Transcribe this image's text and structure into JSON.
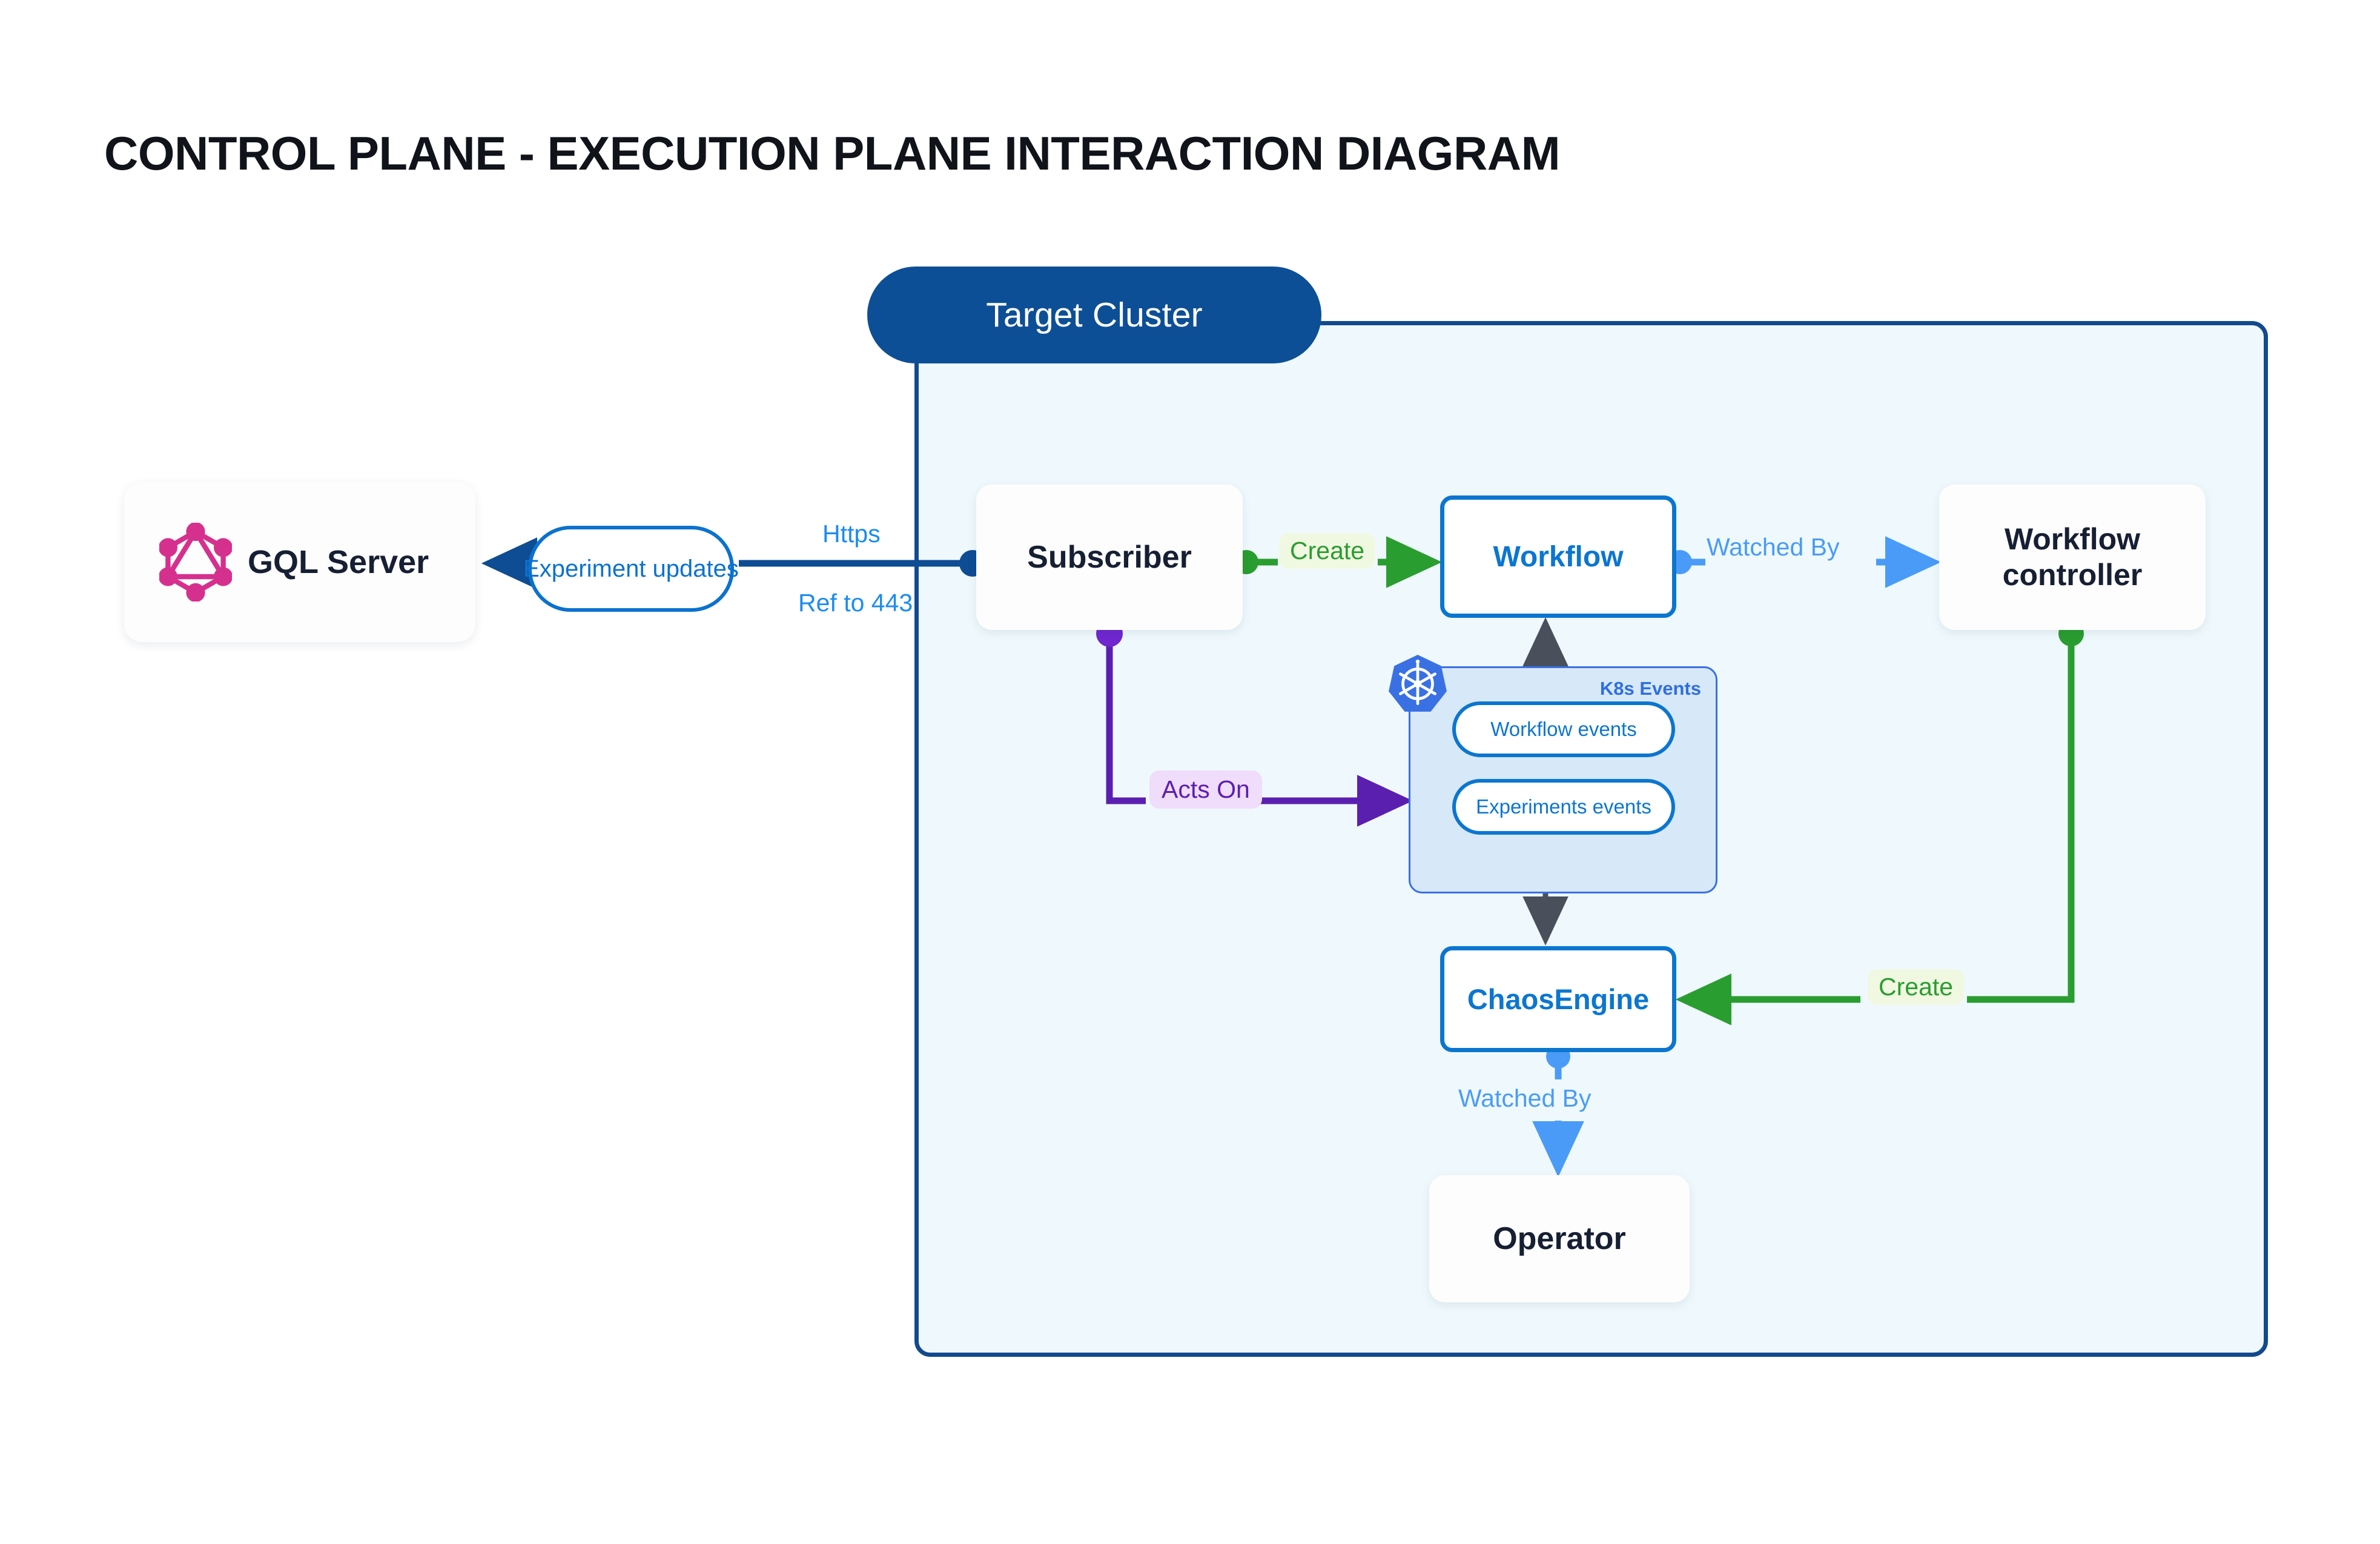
{
  "page": {
    "title": "CONTROL PLANE - EXECUTION PLANE INTERACTION DIAGRAM"
  },
  "cluster": {
    "title": "Target Cluster"
  },
  "nodes": {
    "gql_server": {
      "label": "GQL Server",
      "icon": "graphql-logo-icon"
    },
    "subscriber": {
      "label": "Subscriber"
    },
    "workflow": {
      "label": "Workflow"
    },
    "workflow_controller": {
      "label": "Workflow controller"
    },
    "chaos_engine": {
      "label": "ChaosEngine"
    },
    "operator": {
      "label": "Operator"
    }
  },
  "k8s_events": {
    "title": "K8s Events",
    "icon": "kubernetes-logo-icon",
    "pills": [
      {
        "label": "Workflow events"
      },
      {
        "label": "Experiments events"
      }
    ]
  },
  "edges": {
    "experiment_updates": "Experiment updates",
    "https": "Https",
    "ref_to_443": "Ref to 443",
    "create_workflow": "Create",
    "watched_by_controller": "Watched By",
    "acts_on": "Acts On",
    "create_chaosengine": "Create",
    "watched_by_operator": "Watched By"
  },
  "colors": {
    "cluster_border": "#134a8e",
    "cluster_fill": "#eff9fd",
    "cluster_pill": "#0d4f96",
    "blue_primary": "#0b76d0",
    "blue_light": "#4a9bf7",
    "green": "#2a9d30",
    "purple": "#5b1fb0",
    "dark_connector": "#4a4f5c",
    "graphql_magenta": "#d6308f",
    "kubernetes_blue": "#3970e4",
    "k8s_group_fill": "#d7e8f8",
    "text_dark": "#161f33"
  }
}
